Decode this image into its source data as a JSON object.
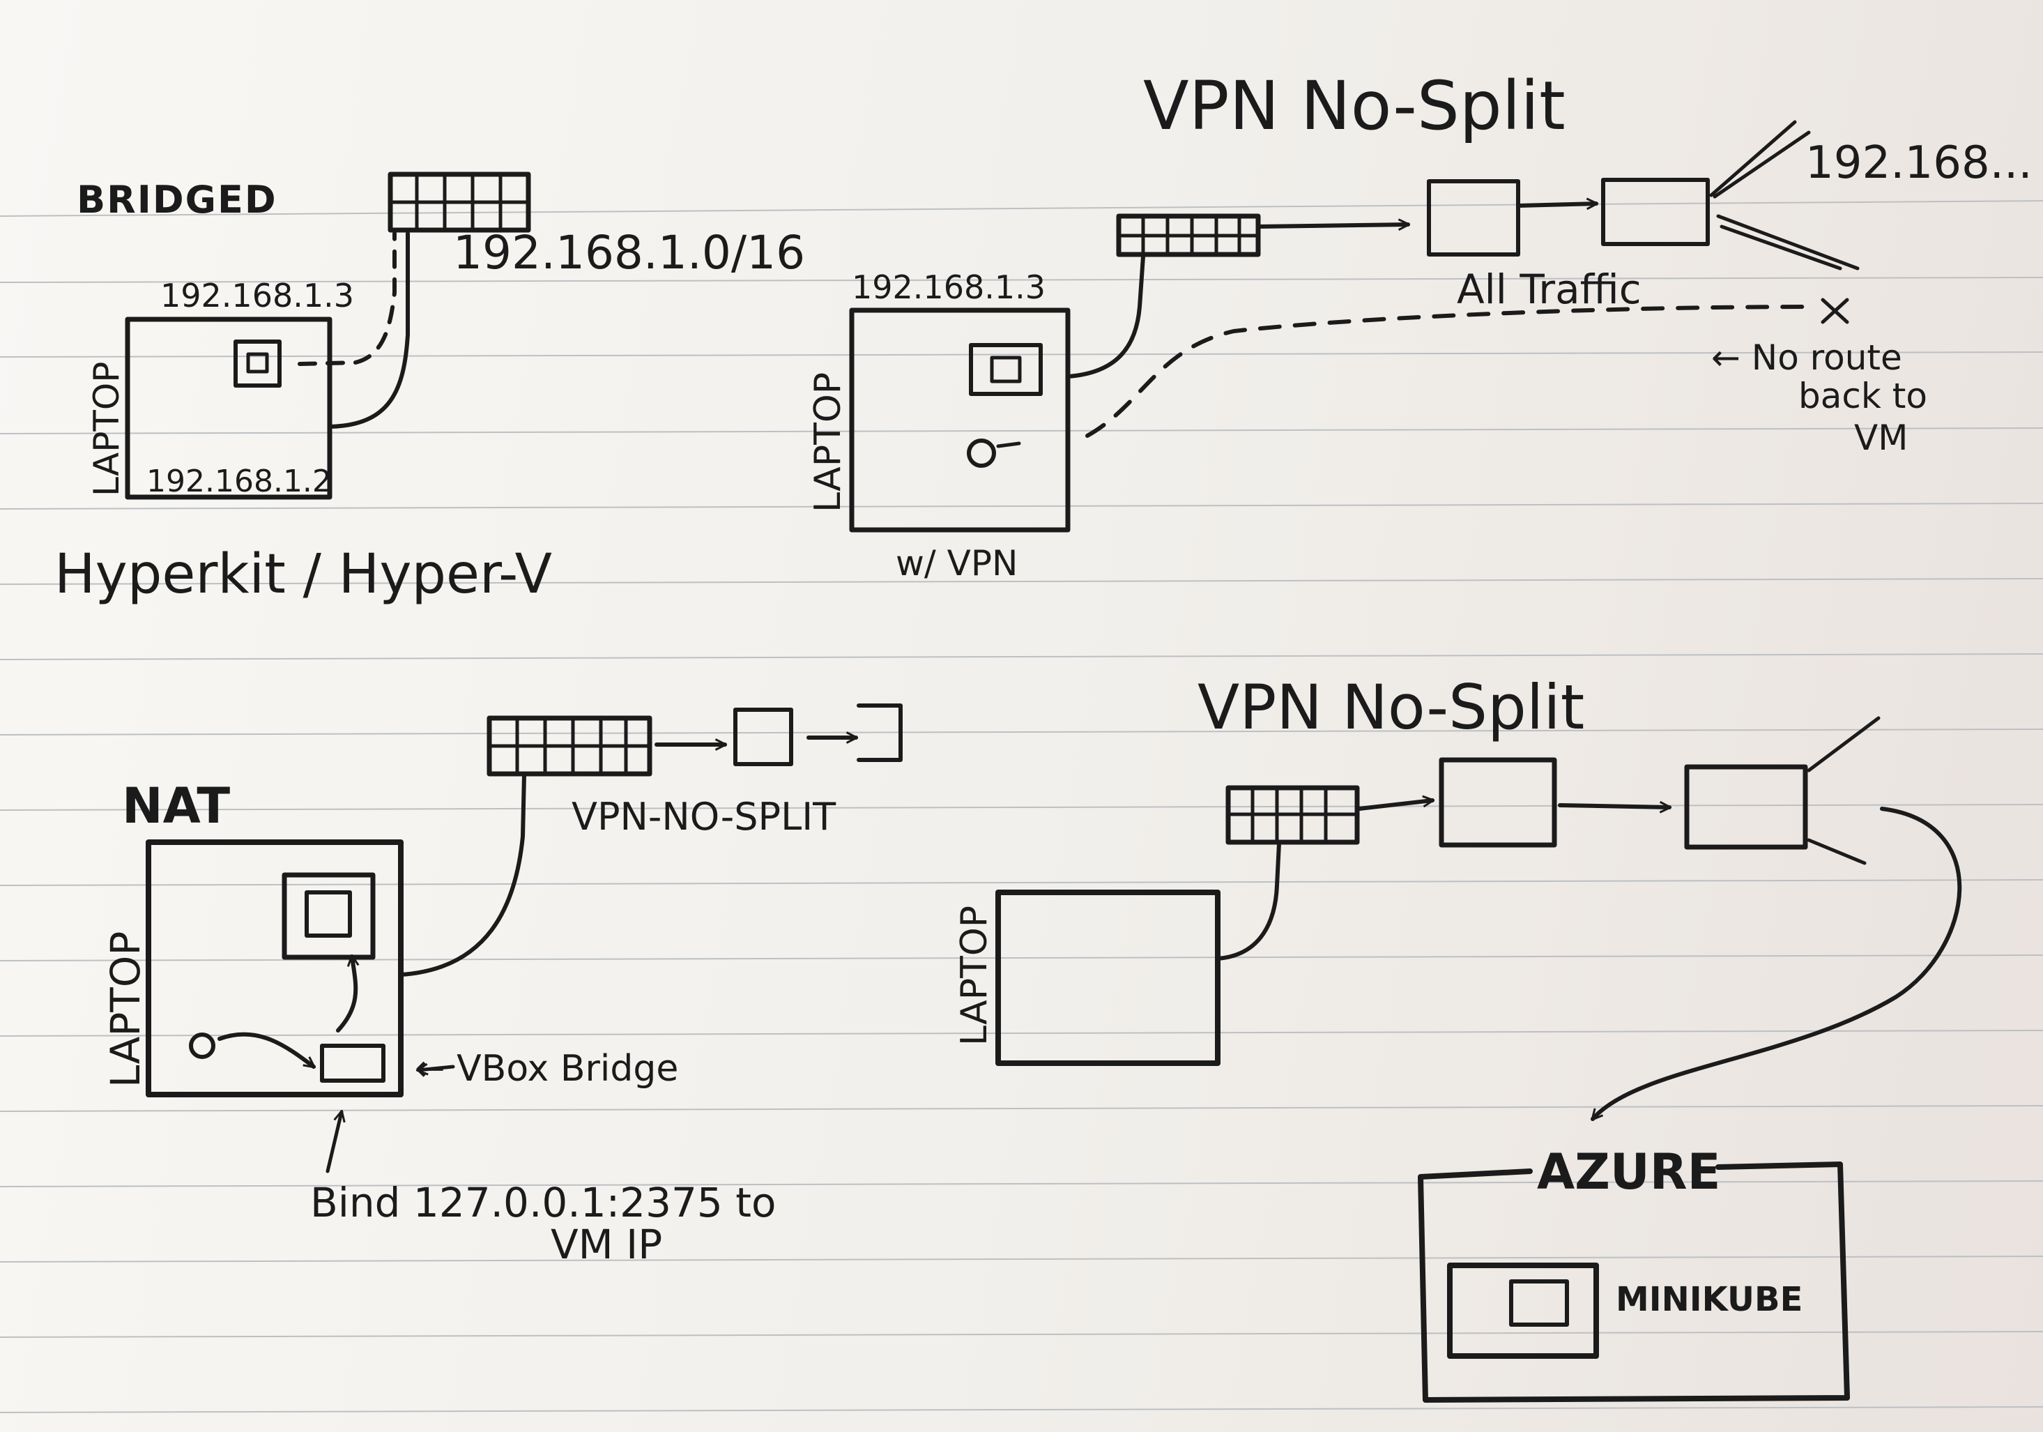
{
  "bridged": {
    "title": "BRIDGED",
    "subnet": "192.168.1.0/16",
    "vm_ip": "192.168.1.3",
    "host_ip": "192.168.1.2",
    "device": "LAPTOP",
    "hypervisor": "Hyperkit / Hyper-V"
  },
  "vpn_top": {
    "title": "VPN No-Split",
    "vm_ip": "192.168.1.3",
    "device": "LAPTOP",
    "device_caption": "w/ VPN",
    "traffic_label": "All Traffic",
    "remote_ip": "192.168...",
    "no_route": [
      "← No route",
      "back to",
      "VM"
    ]
  },
  "nat": {
    "title": "NAT",
    "device": "LAPTOP",
    "vpn_label": "VPN-NO-SPLIT",
    "bridge_label": "← VBox Bridge",
    "bind_note": [
      "Bind 127.0.0.1:2375 to",
      "VM IP"
    ]
  },
  "azure_flow": {
    "title": "VPN No-Split",
    "device": "LAPTOP",
    "cloud": "AZURE",
    "vm_name": "MINIKUBE"
  }
}
